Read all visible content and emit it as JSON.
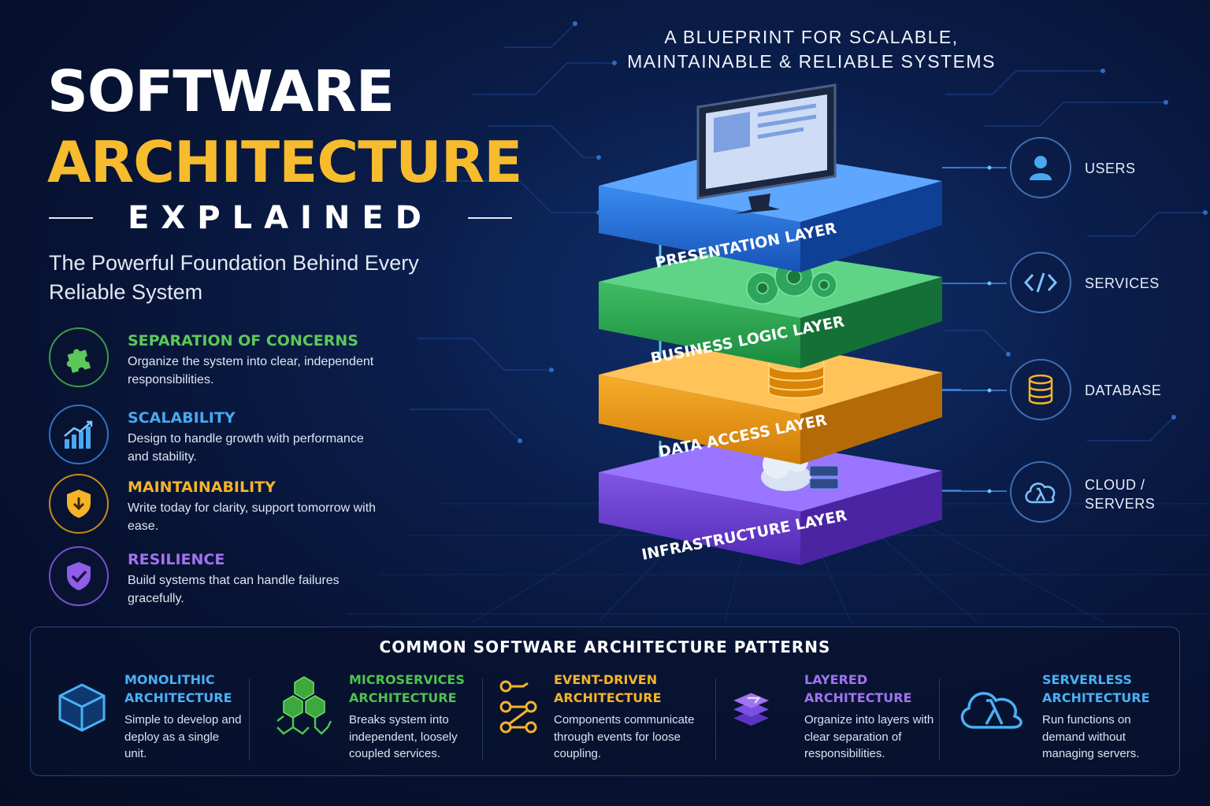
{
  "title": {
    "line1": "SOFTWARE",
    "line2": "ARCHITECTURE",
    "line3": "EXPLAINED"
  },
  "subtitle": "The Powerful Foundation Behind Every Reliable System",
  "blueprint_heading": "A BLUEPRINT FOR SCALABLE, MAINTAINABLE & RELIABLE SYSTEMS",
  "principles": [
    {
      "title": "SEPARATION OF CONCERNS",
      "desc": "Organize the system into clear, independent responsibilities.",
      "color": "#5cc85a",
      "icon": "puzzle-icon"
    },
    {
      "title": "SCALABILITY",
      "desc": "Design to handle growth with performance and stability.",
      "color": "#4aa8f0",
      "icon": "growth-chart-icon"
    },
    {
      "title": "MAINTAINABILITY",
      "desc": "Write today for clarity, support tomorrow with ease.",
      "color": "#f5b32a",
      "icon": "shield-wrench-icon"
    },
    {
      "title": "RESILIENCE",
      "desc": "Build systems that can handle failures gracefully.",
      "color": "#a173ee",
      "icon": "shield-check-icon"
    }
  ],
  "layers": [
    {
      "label": "PRESENTATION LAYER",
      "color": "#1e6fd9",
      "icon": "monitor-icon"
    },
    {
      "label": "BUSINESS LOGIC LAYER",
      "color": "#27a350",
      "icon": "gears-icon"
    },
    {
      "label": "DATA ACCESS LAYER",
      "color": "#e99a12",
      "icon": "database-icon"
    },
    {
      "label": "INFRASTRUCTURE LAYER",
      "color": "#6a3fd1",
      "icon": "cloud-server-icon"
    }
  ],
  "components": [
    {
      "label": "USERS",
      "icon": "user-icon"
    },
    {
      "label": "SERVICES",
      "icon": "code-icon"
    },
    {
      "label": "DATABASE",
      "icon": "database-icon"
    },
    {
      "label": "CLOUD / SERVERS",
      "icon": "cloud-lambda-icon"
    }
  ],
  "patterns_heading": "COMMON SOFTWARE ARCHITECTURE PATTERNS",
  "patterns": [
    {
      "title": "MONOLITHIC ARCHITECTURE",
      "desc": "Simple to develop and deploy as a single unit.",
      "color": "#4ab0f5",
      "icon": "cube-icon"
    },
    {
      "title": "MICROSERVICES ARCHITECTURE",
      "desc": "Breaks system into independent, loosely coupled services.",
      "color": "#4fc24d",
      "icon": "hexagons-icon"
    },
    {
      "title": "EVENT-DRIVEN ARCHITECTURE",
      "desc": "Components communicate through events for loose coupling.",
      "color": "#f5b32a",
      "icon": "event-flow-icon"
    },
    {
      "title": "LAYERED ARCHITECTURE",
      "desc": "Organize into layers with clear separation of responsibilities.",
      "color": "#a173ee",
      "icon": "layers-icon"
    },
    {
      "title": "SERVERLESS ARCHITECTURE",
      "desc": "Run functions on demand without managing servers.",
      "color": "#4ab0f5",
      "icon": "cloud-lambda-icon"
    }
  ]
}
